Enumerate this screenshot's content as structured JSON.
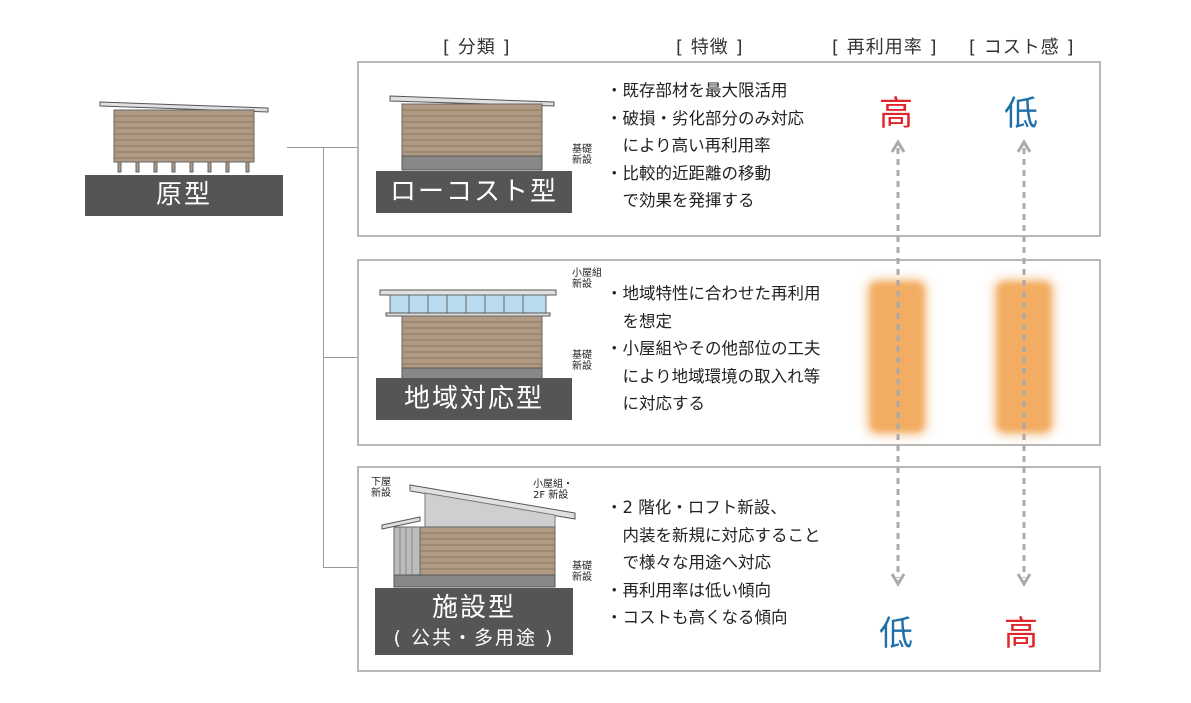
{
  "headers": {
    "category": "[ 分類 ]",
    "features": "[ 特徴 ]",
    "reuse_rate": "[ 再利用率 ]",
    "cost": "[ コスト感 ]"
  },
  "prototype": {
    "label": "原型"
  },
  "rows": [
    {
      "label": "ローコスト型",
      "notes": {
        "foundation": "基礎\n新設"
      },
      "features": "・既存部材を最大限活用\n・破損・劣化部分のみ対応\n　により高い再利用率\n・比較的近距離の移動\n　で効果を発揮する",
      "reuse_rate": "高",
      "cost": "低"
    },
    {
      "label": "地域対応型",
      "notes": {
        "roof": "小屋組\n新設",
        "foundation": "基礎\n新設"
      },
      "features": "・地域特性に合わせた再利用\n　を想定\n・小屋組やその他部位の工夫\n　により地域環境の取入れ等\n　に対応する"
    },
    {
      "label": "施設型",
      "sublabel": "( 公共・多用途 )",
      "notes": {
        "lower_roof": "下屋\n新設",
        "roof": "小屋組・\n2F 新設",
        "foundation": "基礎\n新設"
      },
      "features": "・2 階化・ロフト新設、\n　内装を新規に対応すること\n　で様々な用途へ対応\n・再利用率は低い傾向\n・コストも高くなる傾向",
      "reuse_rate": "低",
      "cost": "高"
    }
  ],
  "colors": {
    "high": "#e0262b",
    "low": "#1f6fa8",
    "label_bg": "#555555",
    "glow": "#f2ad62",
    "arrow": "#aaaaaa"
  }
}
